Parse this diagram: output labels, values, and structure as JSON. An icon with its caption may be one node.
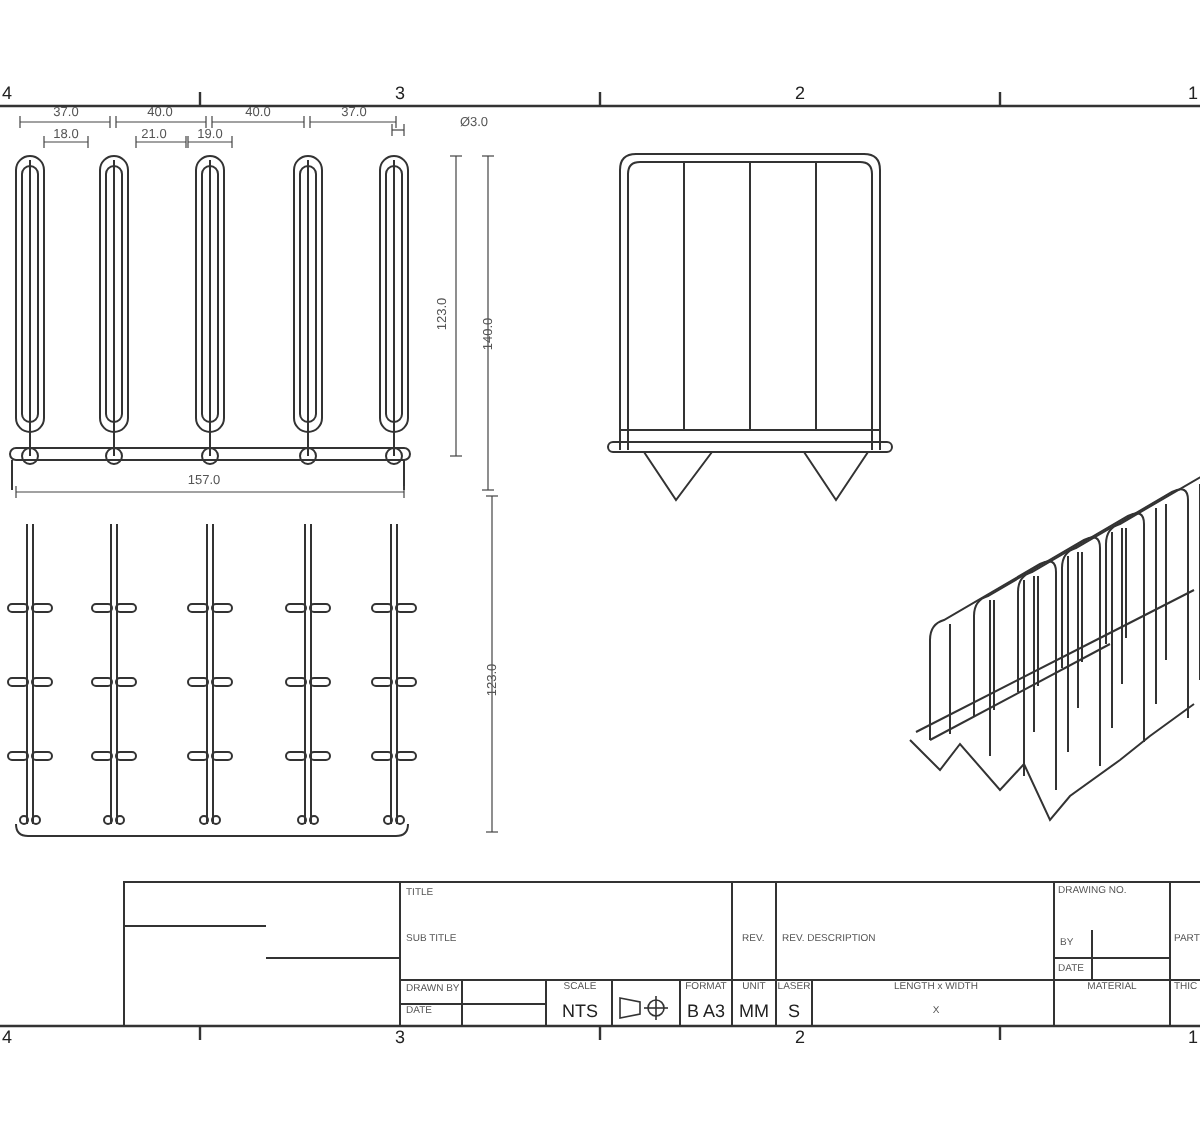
{
  "diagram": {
    "labels": [
      "4",
      "3",
      "2",
      "1",
      "37.0",
      "40.0",
      "40.0",
      "37.0",
      "18.0",
      "21.0",
      "19.0",
      "Ø3.0",
      "123.0",
      "140.0",
      "157.0",
      "123.0",
      "TITLE",
      "DRAWING NO.",
      "SUB TITLE",
      "REV.",
      "REV. DESCRIPTION",
      "BY",
      "PART",
      "DATE",
      "DRAWN BY",
      "SCALE",
      "FORMAT",
      "UNIT",
      "LASER",
      "LENGTH x WIDTH",
      "MATERIAL",
      "THIC",
      "DATE",
      "NTS",
      "B A3",
      "MM",
      "S",
      "X",
      "4",
      "3",
      "2",
      "1"
    ]
  }
}
